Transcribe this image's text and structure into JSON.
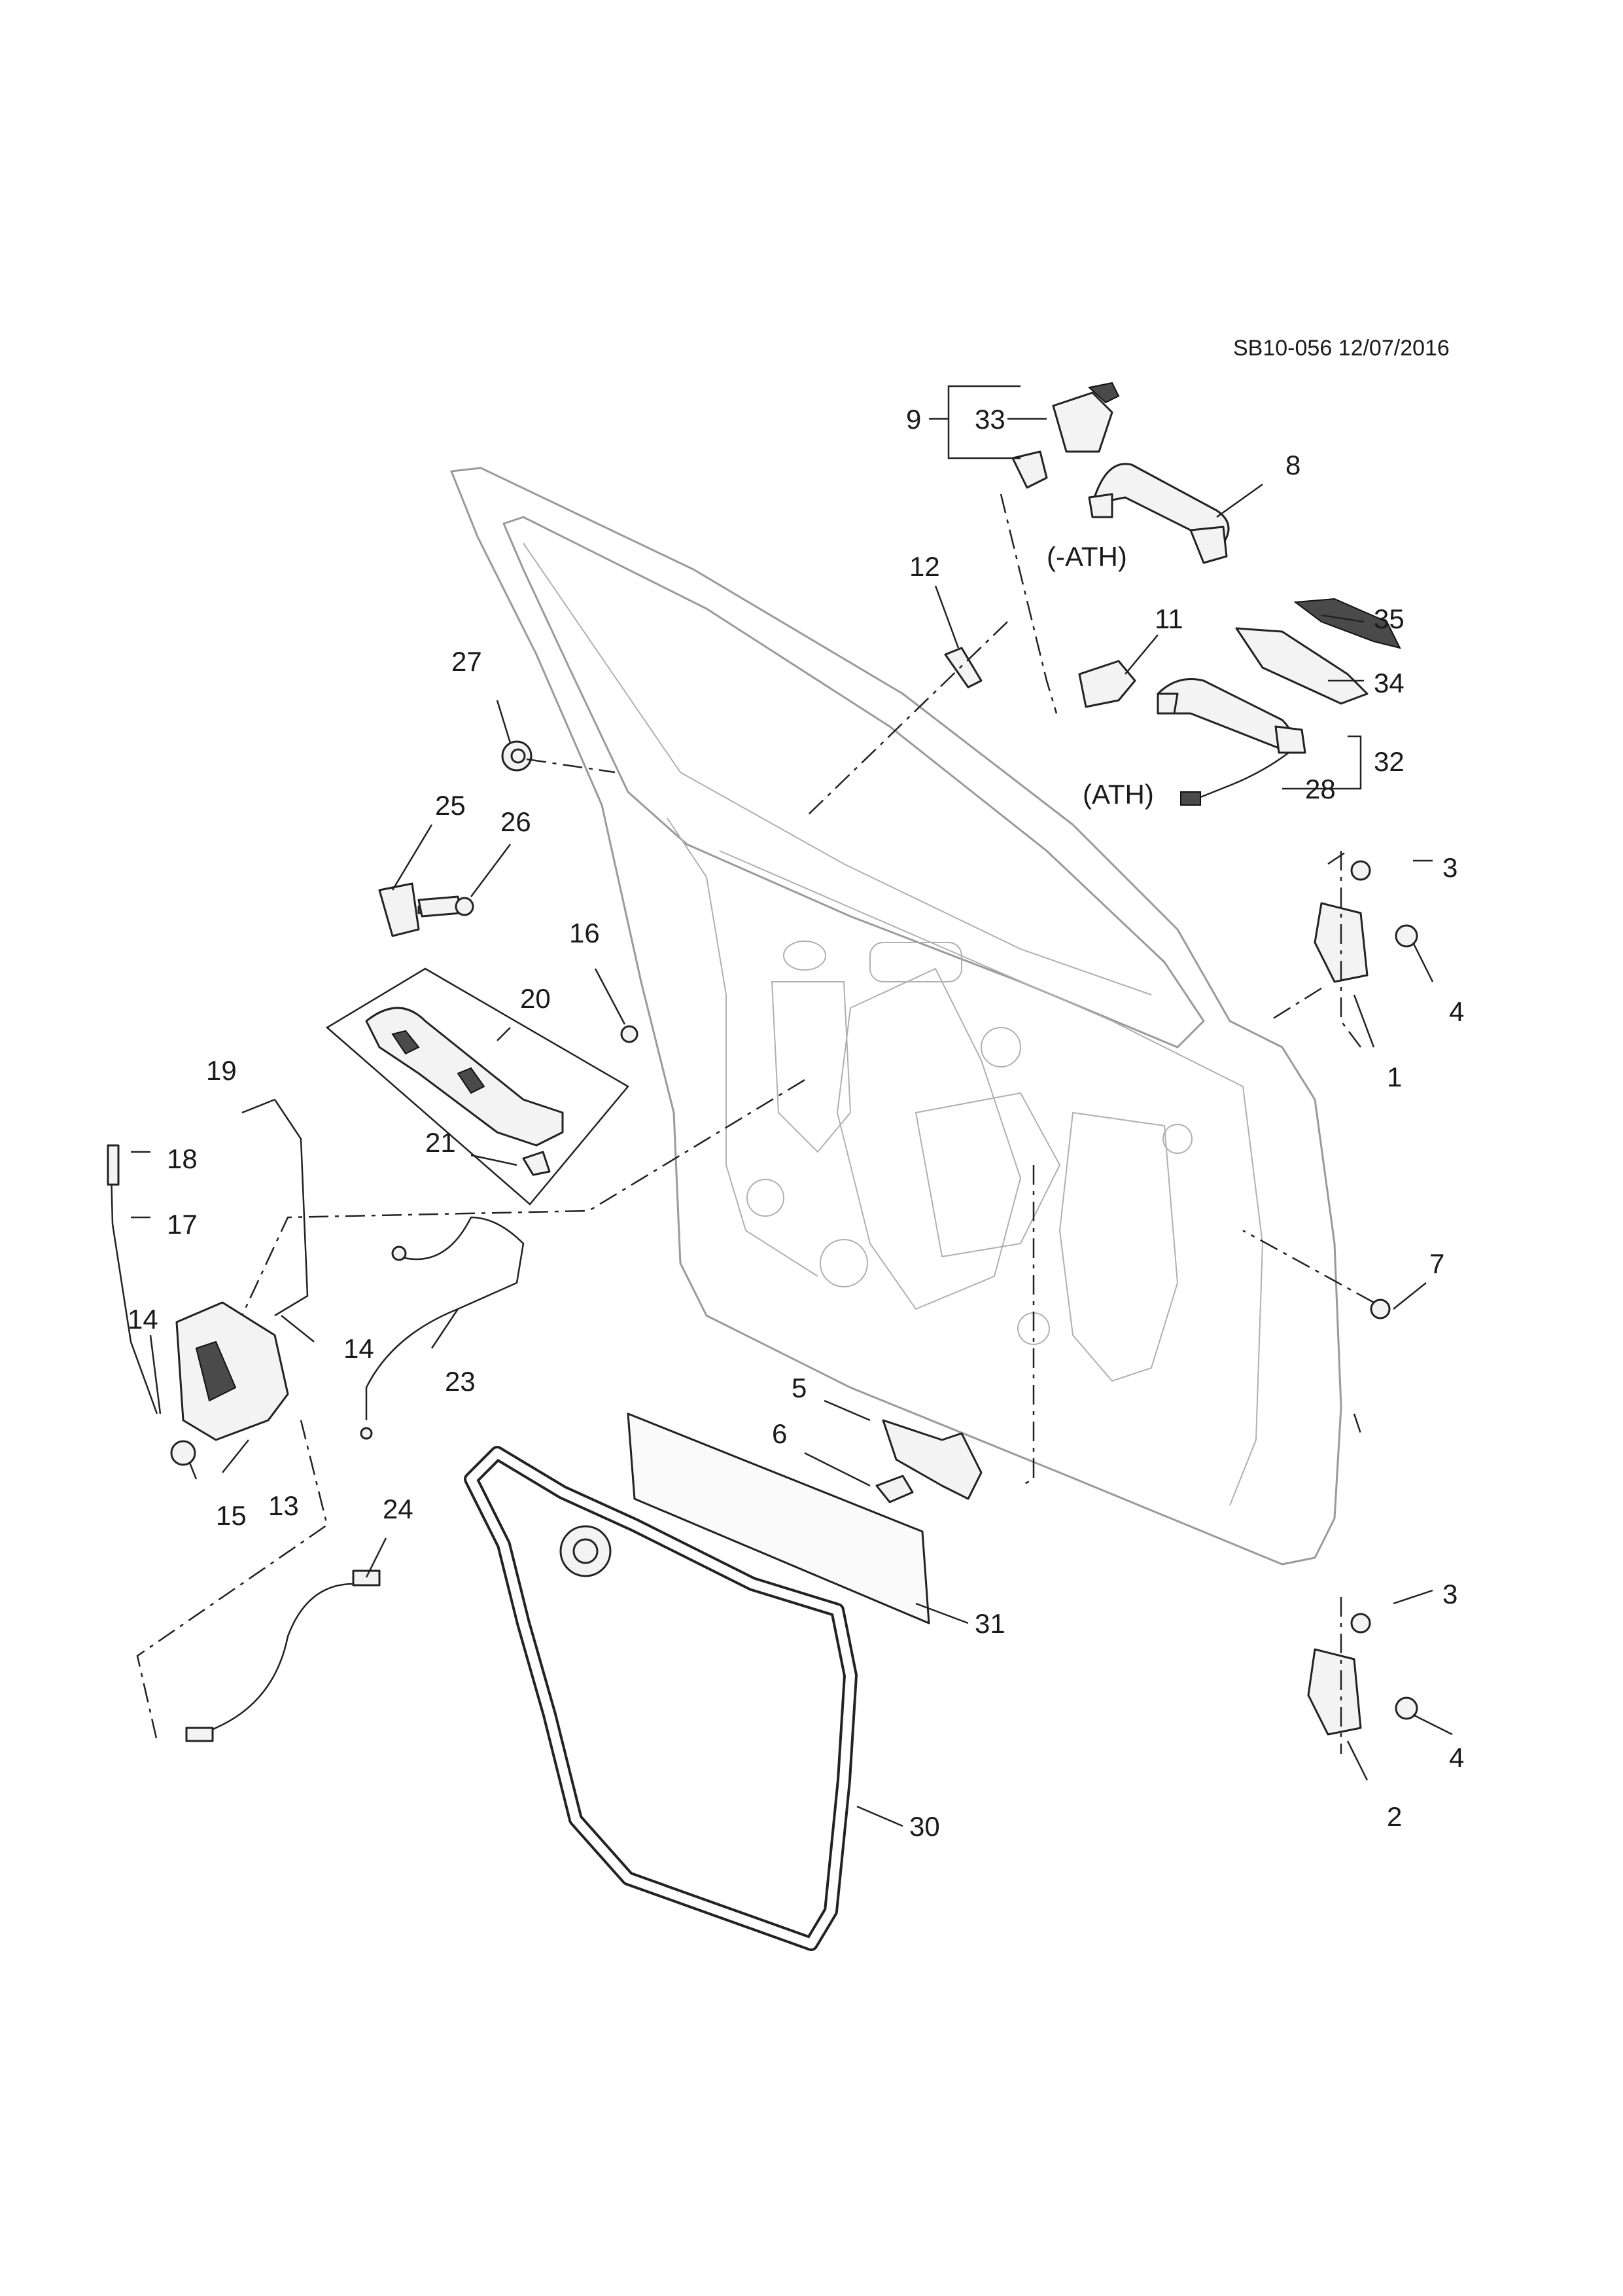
{
  "diagram": {
    "reference": "SB10-056 12/07/2016",
    "callouts": {
      "c1": "1",
      "c2": "2",
      "c3a": "3",
      "c3b": "3",
      "c4a": "4",
      "c4b": "4",
      "c5": "5",
      "c6": "6",
      "c7": "7",
      "c8": "8",
      "c9": "9",
      "c11": "11",
      "c12": "12",
      "c13": "13",
      "c14a": "14",
      "c14b": "14",
      "c15": "15",
      "c16": "16",
      "c17": "17",
      "c18": "18",
      "c19": "19",
      "c20": "20",
      "c21": "21",
      "c23": "23",
      "c24": "24",
      "c25": "25",
      "c26": "26",
      "c27": "27",
      "c28": "28",
      "c30": "30",
      "c31": "31",
      "c32": "32",
      "c33": "33",
      "c34": "34",
      "c35": "35"
    },
    "notes": {
      "without_ath": "(-ATH)",
      "with_ath": "(ATH)"
    }
  }
}
